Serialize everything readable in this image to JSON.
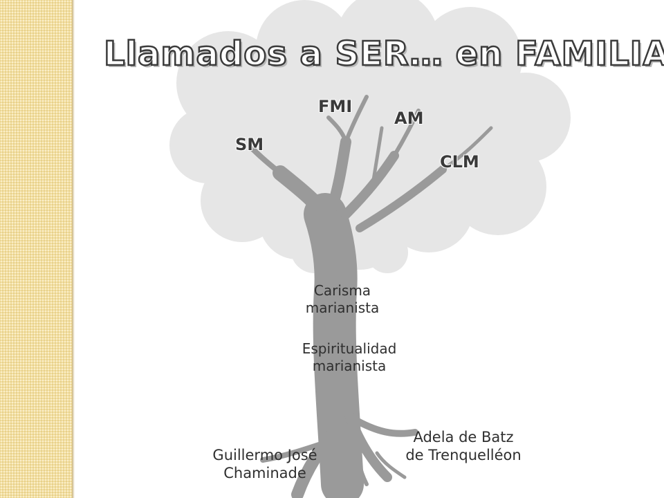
{
  "title": "Llamados a SER… en FAMILIA",
  "branches": {
    "sm": "SM",
    "fmi": "FMI",
    "am": "AM",
    "clm": "CLM"
  },
  "trunk": {
    "carisma_line1": "Carisma",
    "carisma_line2": "marianista",
    "espiritualidad_line1": "Espiritualidad",
    "espiritualidad_line2": "marianista"
  },
  "roots": {
    "left_line1": "Guillermo José",
    "left_line2": "Chaminade",
    "right_line1": "Adela de Batz",
    "right_line2": "de Trenquelléon"
  },
  "colors": {
    "canopy": "#e6e6e6",
    "trunk": "#9a9a9a",
    "side_band": "#f3dfa0"
  }
}
